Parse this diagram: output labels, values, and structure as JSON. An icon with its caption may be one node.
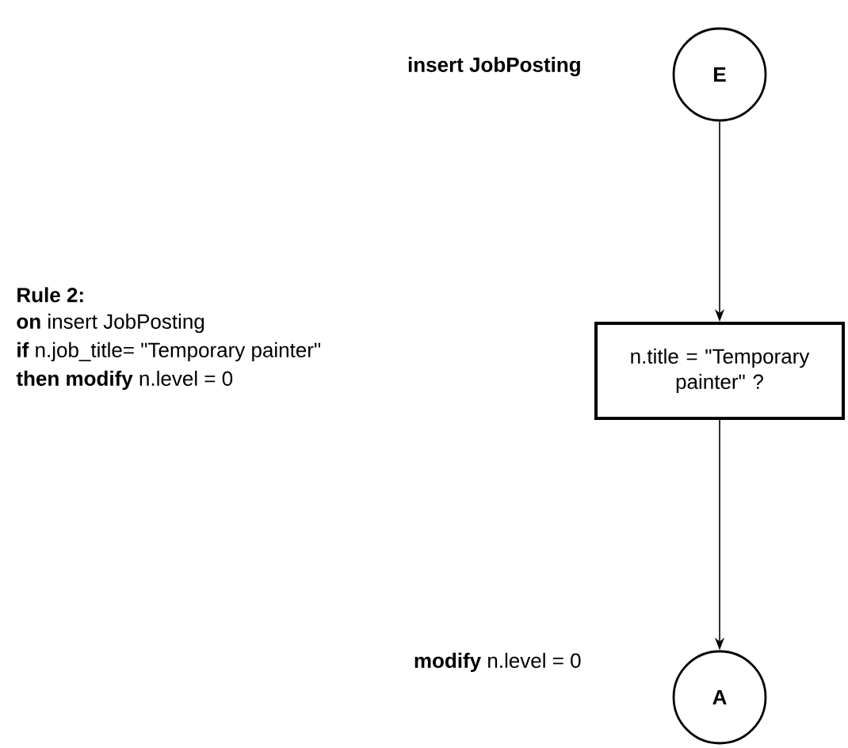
{
  "diagram": {
    "nodes": [
      {
        "text": [
          "E"
        ]
      },
      {
        "text": [
          "n.title = \"Temporary painter\" ?"
        ]
      },
      {
        "text": [
          "A"
        ]
      }
    ],
    "edges": [
      {
        "from": 0,
        "to": 1,
        "arrow": "to"
      },
      {
        "from": 1,
        "to": 2,
        "arrow": "to"
      }
    ],
    "labels": [
      "insert JobPosting",
      "Rule 2:",
      "**on** insert JobPosting",
      "**if** n.job_title= \"Temporary painter\"",
      "**then modify** n.level = 0",
      "**modify** n.level = 0"
    ]
  }
}
